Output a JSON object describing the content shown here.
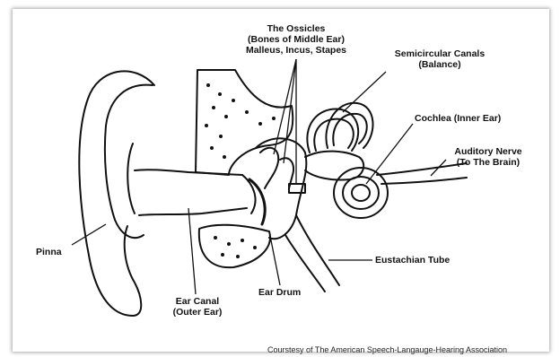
{
  "labels": {
    "ossicles_title": "The Ossicles",
    "ossicles_sub1": "(Bones of Middle Ear)",
    "ossicles_sub2": "Malleus, Incus, Stapes",
    "semicircular_title": "Semicircular Canals",
    "semicircular_sub": "(Balance)",
    "cochlea": "Cochlea (Inner Ear)",
    "auditory_title": "Auditory Nerve",
    "auditory_sub": "(To The Brain)",
    "pinna": "Pinna",
    "eustachian": "Eustachian Tube",
    "ear_drum": "Ear Drum",
    "ear_canal_title": "Ear Canal",
    "ear_canal_sub": "(Outer Ear)"
  },
  "credit": "Courstesy of The American Speech-Langauge-Hearing Association"
}
